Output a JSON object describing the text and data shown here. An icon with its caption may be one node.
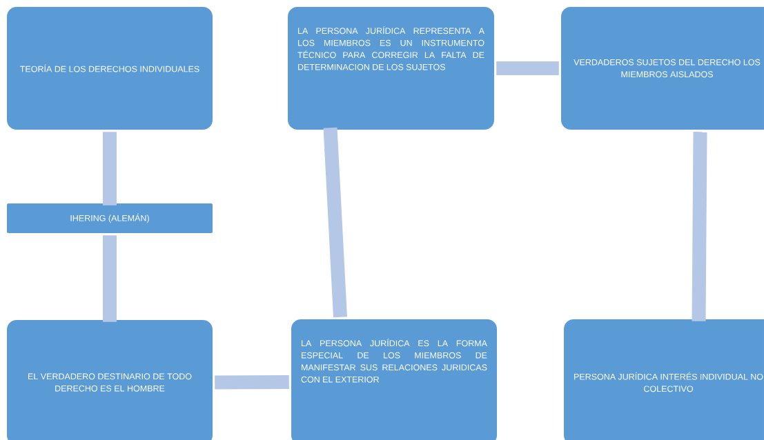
{
  "diagram": {
    "nodes": [
      {
        "text": [
          "TEORÍA DE LOS DERECHOS INDIVIDUALES"
        ]
      },
      {
        "text": [
          "IHERING (ALEMÁN)"
        ]
      },
      {
        "text": [
          "EL VERDADERO DESTINARIO DE TODO DERECHO ES EL HOMBRE"
        ]
      },
      {
        "text": [
          "LA PERSONA JURÍDICA REPRESENTA A LOS MIEMBROS ES UN INSTRUMENTO TÉCNICO PARA CORREGIR LA FALTA DE DETERMINACION DE LOS SUJETOS"
        ]
      },
      {
        "text": [
          "VERDADEROS SUJETOS DEL DERECHO LOS MIEMBROS AISLADOS"
        ]
      },
      {
        "text": [
          "LA PERSONA JURÍDICA ES LA FORMA ESPECIAL DE LOS MIEMBROS DE MANIFESTAR SUS RELACIONES JURIDICAS CON EL EXTERIOR"
        ]
      },
      {
        "text": [
          "PERSONA JURÍDICA INTERÉS INDIVIDUAL NO COLECTIVO"
        ]
      }
    ],
    "edges": [
      {
        "from": 0,
        "to": 1,
        "arrow": "none"
      },
      {
        "from": 1,
        "to": 2,
        "arrow": "none"
      },
      {
        "from": 2,
        "to": 5,
        "arrow": "none"
      },
      {
        "from": 5,
        "to": 3,
        "arrow": "none"
      },
      {
        "from": 3,
        "to": 4,
        "arrow": "none"
      },
      {
        "from": 4,
        "to": 6,
        "arrow": "none"
      }
    ]
  }
}
